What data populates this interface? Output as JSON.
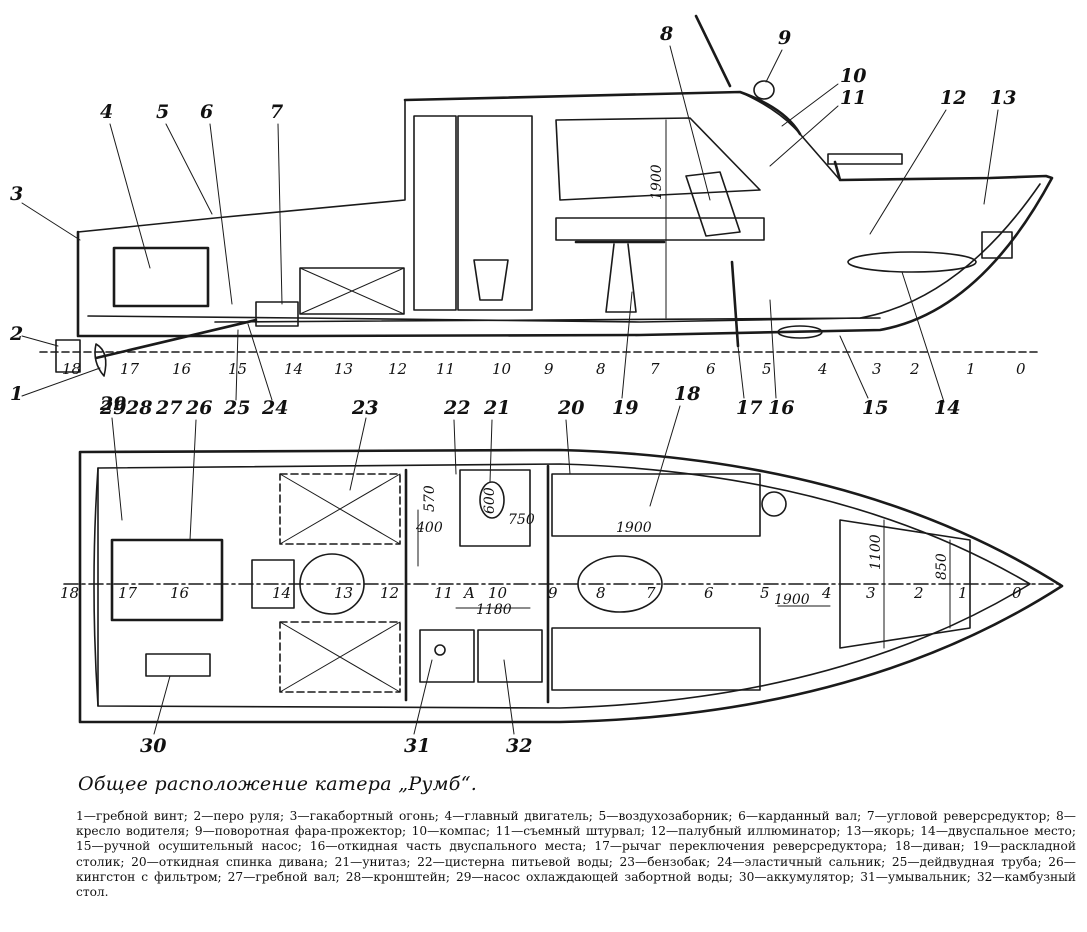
{
  "caption": "Общее расположение катера „Румб“.",
  "legend": "1—гребной винт; 2—перо руля; 3—гакабортный огонь; 4—главный двигатель; 5—воздухозаборник; 6—карданный вал; 7—угловой реверсредуктор; 8—кресло водителя; 9—поворотная фара-прожектор; 10—компас; 11—съемный штурвал; 12—палубный иллюминатор; 13—якорь; 14—двуспальное место; 15—ручной осушительный насос; 16—откидная часть двуспального места; 17—рычаг переключения реверсредуктора; 18—диван; 19—раскладной столик; 20—откидная спинка дивана; 21—унитаз; 22—цистерна питьевой воды; 23—бензобак; 24—эластичный сальник; 25—дейдвудная труба; 26—кингстон с фильтром; 27—гребной вал; 28—кронштейн; 29—насос охлаждающей забортной воды; 30—аккумулятор; 31—умывальник; 32—камбузный стол.",
  "side_view": {
    "stations": [
      "18",
      "17",
      "16",
      "15",
      "14",
      "13",
      "12",
      "11",
      "10",
      "9",
      "8",
      "7",
      "6",
      "5",
      "4",
      "3",
      "2",
      "1",
      "0"
    ],
    "callouts_top": [
      "3",
      "4",
      "5",
      "6",
      "7",
      "8",
      "9",
      "10",
      "11",
      "12",
      "13"
    ],
    "callouts_bottom": [
      "1",
      "2",
      "29",
      "28",
      "27",
      "25",
      "24",
      "23",
      "19",
      "17",
      "16",
      "15",
      "14"
    ],
    "dim_height": "1900"
  },
  "plan_view": {
    "stations": [
      "18",
      "17",
      "16",
      "14",
      "13",
      "12",
      "11",
      "10",
      "9",
      "8",
      "7",
      "6",
      "5",
      "4",
      "3",
      "2",
      "1",
      "0"
    ],
    "callouts": [
      "29",
      "26",
      "23",
      "22",
      "21",
      "20",
      "18",
      "14",
      "30",
      "31",
      "32"
    ],
    "dims": [
      "570",
      "400",
      "600",
      "750",
      "1900",
      "1180",
      "1900",
      "1100",
      "850"
    ],
    "mark_a": "A"
  }
}
